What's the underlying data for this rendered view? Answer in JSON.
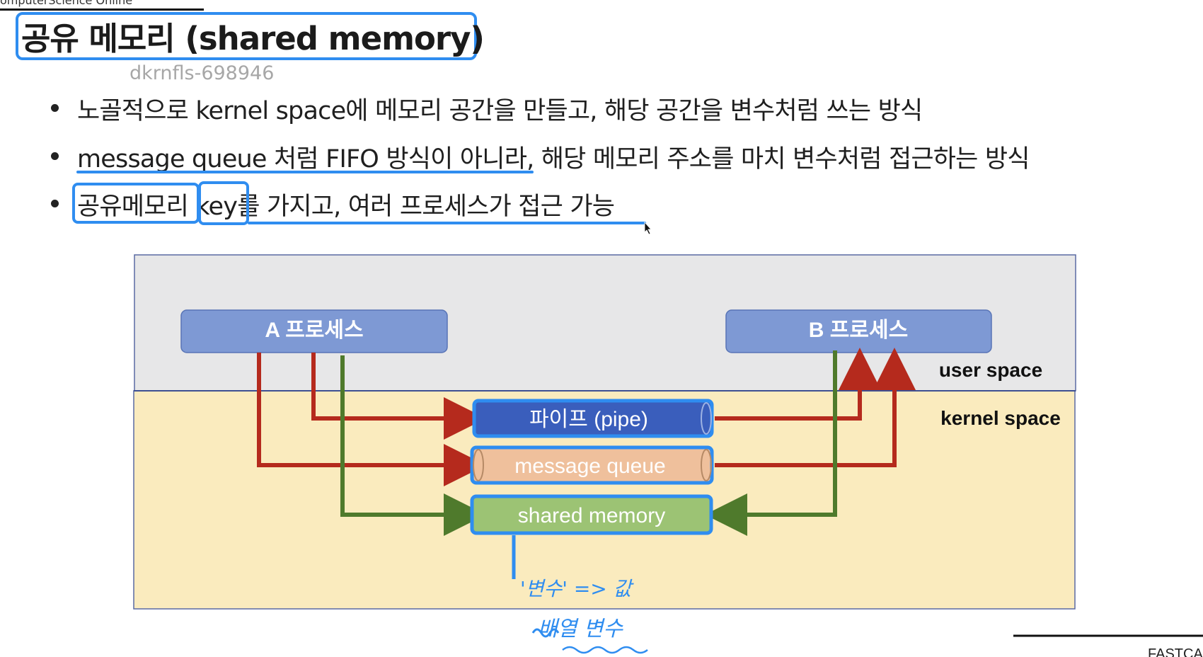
{
  "header": {
    "course_label": "omputerScience Online",
    "corner_mark": "·"
  },
  "slide": {
    "title": "공유 메모리 (shared memory)",
    "watermark": "dkrnfls-698946",
    "bullets": [
      "노골적으로 kernel space에 메모리 공간을 만들고, 해당 공간을 변수처럼 쓰는 방식",
      "message queue 처럼 FIFO 방식이 아니라, 해당 메모리 주소를 마치 변수처럼 접근하는 방식",
      "공유메모리 key를 가지고, 여러 프로세스가 접근 가능"
    ]
  },
  "diagram": {
    "user_space_label": "user space",
    "kernel_space_label": "kernel space",
    "process_a": "A 프로세스",
    "process_b": "B 프로세스",
    "pipe": "파이프 (pipe)",
    "message_queue": "message queue",
    "shared_memory": "shared memory",
    "colors": {
      "user_space_bg": "#e7e7e8",
      "kernel_space_bg": "#faebbe",
      "process_fill": "#7e99d4",
      "pipe_fill": "#3a5ebc",
      "queue_fill": "#efc09c",
      "shm_fill": "#9cc374",
      "red_arrow": "#b52a1d",
      "green_arrow": "#4f7a2c",
      "annotation_blue": "#2f8df0"
    }
  },
  "handwritten_notes": {
    "line1": "'변수' => 값",
    "line2": "배열 변수"
  },
  "footer": {
    "brand_fragment": "FASTCAM"
  }
}
